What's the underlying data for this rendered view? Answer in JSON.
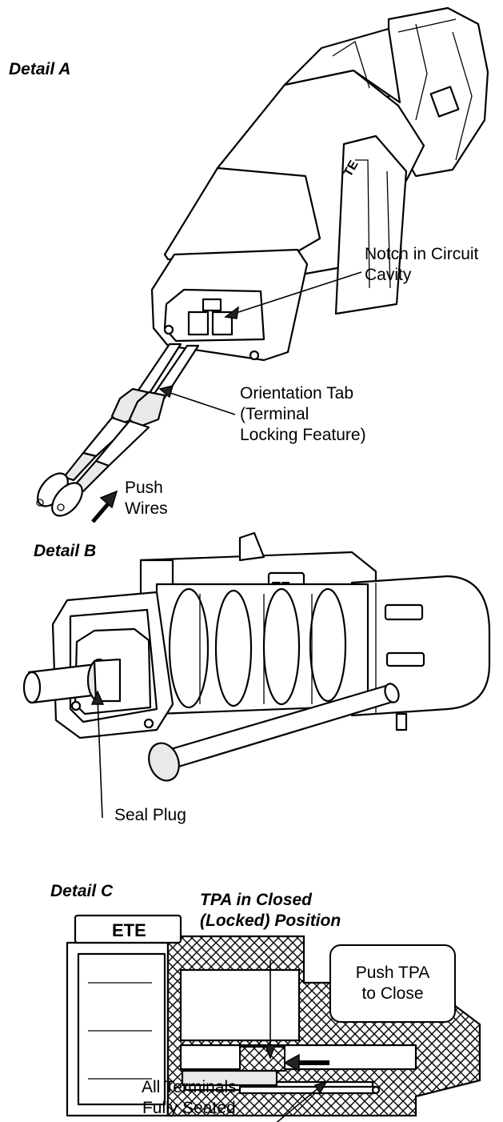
{
  "detail_a": {
    "title": "Detail A",
    "callouts": {
      "notch": [
        "Notch in Circuit",
        "Cavity"
      ],
      "orientation_tab": [
        "Orientation Tab",
        "(Terminal",
        "Locking Feature)"
      ],
      "push_wires": [
        "Push",
        "Wires"
      ]
    }
  },
  "detail_b": {
    "title": "Detail B",
    "callouts": {
      "seal_plug": "Seal Plug"
    }
  },
  "detail_c": {
    "title": "Detail C",
    "callouts": {
      "tpa_closed": [
        "TPA in Closed",
        "(Locked) Position"
      ],
      "push_tpa": [
        "Push TPA",
        "to Close"
      ],
      "terminals_seated": [
        "All Terminals",
        "Fully Seated"
      ]
    }
  }
}
